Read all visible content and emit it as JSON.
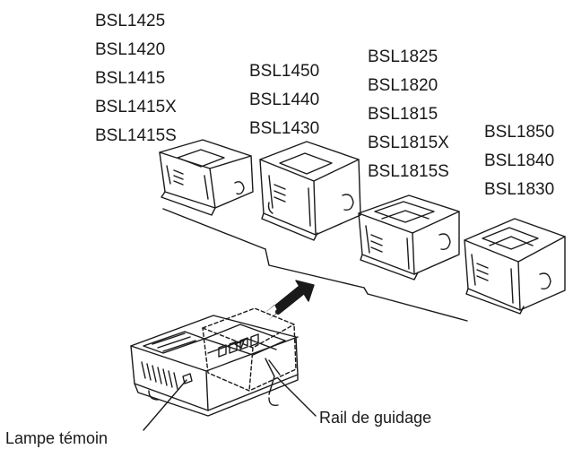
{
  "battery_groups": [
    {
      "models": [
        "BSL1425",
        "BSL1420",
        "BSL1415",
        "BSL1415X",
        "BSL1415S"
      ]
    },
    {
      "models": [
        "BSL1450",
        "BSL1440",
        "BSL1430"
      ]
    },
    {
      "models": [
        "BSL1825",
        "BSL1820",
        "BSL1815",
        "BSL1815X",
        "BSL1815S"
      ]
    },
    {
      "models": [
        "BSL1850",
        "BSL1840",
        "BSL1830"
      ]
    }
  ],
  "callouts": {
    "rail": "Rail de guidage",
    "lamp": "Lampe témoin"
  },
  "colors": {
    "ink": "#1a1a1a",
    "background": "#ffffff"
  }
}
